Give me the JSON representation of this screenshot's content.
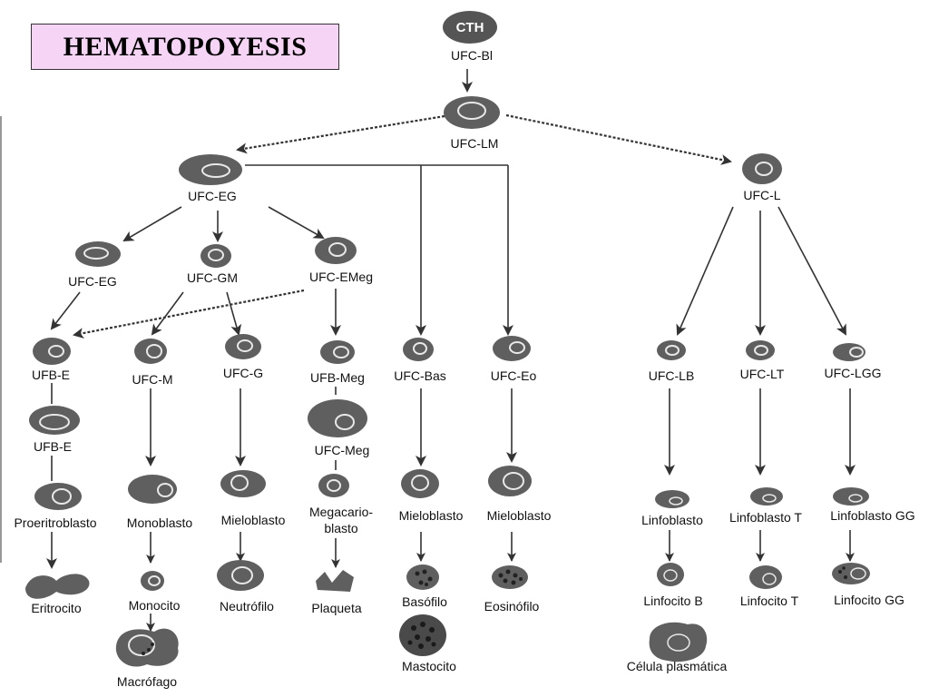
{
  "title": "HEMATOPOYESIS",
  "colors": {
    "cell_fill": "#5f5f5f",
    "cell_dark": "#3a3a3a",
    "nucleus_ring": "#e8e8e8",
    "line": "#333333",
    "title_bg": "#f6d4f6"
  },
  "nodes": {
    "cth": "CTH",
    "ufc_bl": "UFC-Bl",
    "ufc_lm": "UFC-LM",
    "ufc_eg_top": "UFC-EG",
    "ufc_l": "UFC-L",
    "ufc_eg": "UFC-EG",
    "ufc_gm": "UFC-GM",
    "ufc_emeg": "UFC-EMeg",
    "ufb_e_1": "UFB-E",
    "ufb_e_2": "UFB-E",
    "proeritroblasto": "Proeritroblasto",
    "eritrocito": "Eritrocito",
    "ufc_m": "UFC-M",
    "monoblasto": "Monoblasto",
    "monocito": "Monocito",
    "macrofago": "Macrófago",
    "ufc_g": "UFC-G",
    "mieloblasto_g": "Mieloblasto",
    "neutrofilo": "Neutrófilo",
    "ufb_meg": "UFB-Meg",
    "ufc_meg": "UFC-Meg",
    "megacario_1": "Megacario-",
    "megacario_2": "blasto",
    "plaqueta": "Plaqueta",
    "ufc_bas": "UFC-Bas",
    "mieloblasto_bas": "Mieloblasto",
    "basofilo": "Basófilo",
    "mastocito": "Mastocito",
    "ufc_eo": "UFC-Eo",
    "mieloblasto_eo": "Mieloblasto",
    "eosinofilo": "Eosinófilo",
    "ufc_lb": "UFC-LB",
    "linfoblasto": "Linfoblasto",
    "linfocito_b": "Linfocito B",
    "celula_plasmatica": "Célula plasmática",
    "ufc_lt": "UFC-LT",
    "linfoblasto_t": "Linfoblasto T",
    "linfocito_t": "Linfocito T",
    "ufc_lgg": "UFC-LGG",
    "linfoblasto_gg": "Linfoblasto GG",
    "linfocito_gg": "Linfocito GG"
  }
}
